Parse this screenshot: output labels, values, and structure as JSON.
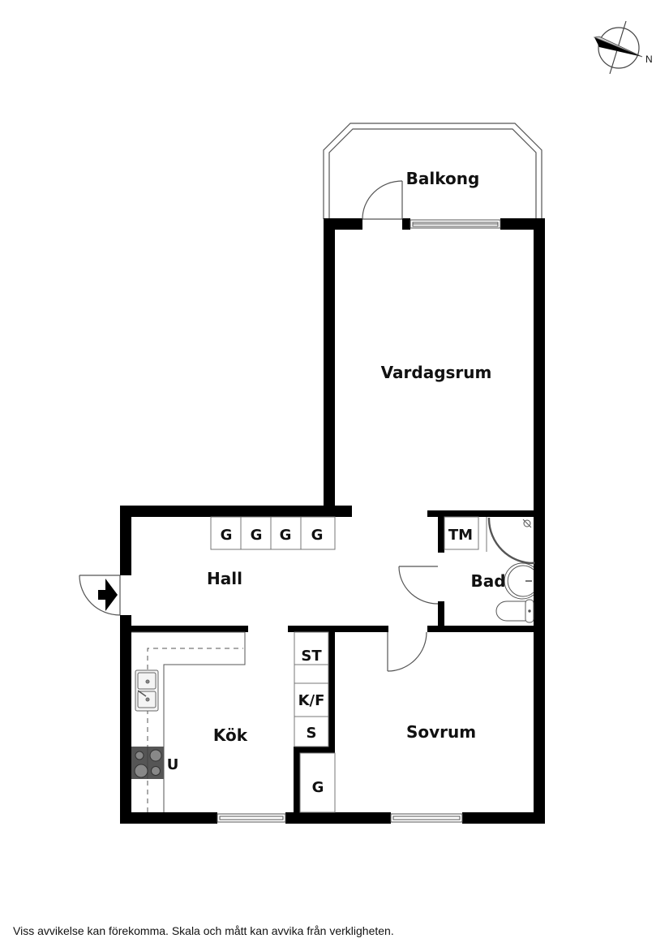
{
  "rooms": {
    "balcony": "Balkong",
    "living_room": "Vardagsrum",
    "hall": "Hall",
    "bathroom": "Bad",
    "kitchen": "Kök",
    "bedroom": "Sovrum"
  },
  "fixtures": {
    "hall_wardrobes": [
      "G",
      "G",
      "G",
      "G"
    ],
    "washing_machine": "TM",
    "kitchen_units": [
      "ST",
      "K/F",
      "S"
    ],
    "kitchen_oven": "U",
    "bedroom_wardrobe": "G"
  },
  "compass": {
    "north_label": "N",
    "icon": "compass-icon"
  },
  "entrance": {
    "icon": "entrance-arrow-icon"
  },
  "footer": {
    "disclaimer": "Viss avvikelse kan förekomma. Skala och mått kan avvika från verkligheten."
  },
  "colors": {
    "wall": "#000000",
    "line": "#555555",
    "stove": "#555555",
    "background": "#ffffff"
  }
}
